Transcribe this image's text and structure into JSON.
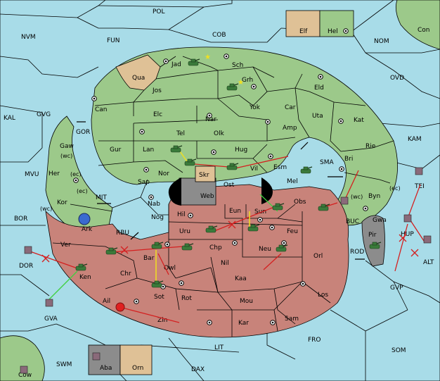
{
  "sea_labels": [
    {
      "id": "pol",
      "text": "POL"
    },
    {
      "id": "nvm",
      "text": "NVM"
    },
    {
      "id": "fun",
      "text": "FUN"
    },
    {
      "id": "cob",
      "text": "COB"
    },
    {
      "id": "nom",
      "text": "NOM"
    },
    {
      "id": "con",
      "text": "Con"
    },
    {
      "id": "ovd",
      "text": "OVD"
    },
    {
      "id": "kal",
      "text": "KAL"
    },
    {
      "id": "gvg",
      "text": "GVG"
    },
    {
      "id": "kam",
      "text": "KAM"
    },
    {
      "id": "gor",
      "text": "GOR"
    },
    {
      "id": "mvu",
      "text": "MVU"
    },
    {
      "id": "mit",
      "text": "MIT"
    },
    {
      "id": "bor",
      "text": "BOR"
    },
    {
      "id": "sma",
      "text": "SMA"
    },
    {
      "id": "rbu",
      "text": "RBU"
    },
    {
      "id": "buc",
      "text": "BUC"
    },
    {
      "id": "rod",
      "text": "ROD"
    },
    {
      "id": "tei",
      "text": "TEI"
    },
    {
      "id": "hup",
      "text": "HUP"
    },
    {
      "id": "alt",
      "text": "ALT"
    },
    {
      "id": "gvp",
      "text": "GVP"
    },
    {
      "id": "dor",
      "text": "DOR"
    },
    {
      "id": "gva",
      "text": "GVA"
    },
    {
      "id": "fro",
      "text": "FRO"
    },
    {
      "id": "som",
      "text": "SOM"
    },
    {
      "id": "lit",
      "text": "LIT"
    },
    {
      "id": "swm",
      "text": "SWM"
    },
    {
      "id": "dax",
      "text": "DAX"
    },
    {
      "id": "cow",
      "text": "Cow"
    }
  ],
  "land_labels": [
    {
      "id": "qua",
      "text": "Qua"
    },
    {
      "id": "jad",
      "text": "Jad"
    },
    {
      "id": "sch",
      "text": "Sch"
    },
    {
      "id": "grh",
      "text": "Grh"
    },
    {
      "id": "jos",
      "text": "Jos"
    },
    {
      "id": "can",
      "text": "Can"
    },
    {
      "id": "eld",
      "text": "Eld"
    },
    {
      "id": "yok",
      "text": "Yok"
    },
    {
      "id": "car",
      "text": "Car"
    },
    {
      "id": "elc",
      "text": "Elc"
    },
    {
      "id": "nar",
      "text": "Nar"
    },
    {
      "id": "uta",
      "text": "Uta"
    },
    {
      "id": "kat",
      "text": "Kat"
    },
    {
      "id": "tel",
      "text": "Tel"
    },
    {
      "id": "olk",
      "text": "Olk"
    },
    {
      "id": "amp",
      "text": "Amp"
    },
    {
      "id": "gaw",
      "text": "Gaw"
    },
    {
      "id": "gur",
      "text": "Gur"
    },
    {
      "id": "lan",
      "text": "Lan"
    },
    {
      "id": "hug",
      "text": "Hug"
    },
    {
      "id": "rie",
      "text": "Rie"
    },
    {
      "id": "her",
      "text": "Her"
    },
    {
      "id": "nor",
      "text": "Nor"
    },
    {
      "id": "vil",
      "text": "Vil"
    },
    {
      "id": "esm",
      "text": "Esm"
    },
    {
      "id": "bri",
      "text": "Bri"
    },
    {
      "id": "skr",
      "text": "Skr"
    },
    {
      "id": "sap",
      "text": "Sap"
    },
    {
      "id": "ost",
      "text": "Ost"
    },
    {
      "id": "mel",
      "text": "Mel"
    },
    {
      "id": "web",
      "text": "Web"
    },
    {
      "id": "kor",
      "text": "Kor"
    },
    {
      "id": "obs",
      "text": "Obs"
    },
    {
      "id": "byn",
      "text": "Byn"
    },
    {
      "id": "nab",
      "text": "Nab"
    },
    {
      "id": "hil",
      "text": "Hil"
    },
    {
      "id": "eun",
      "text": "Eun"
    },
    {
      "id": "sun",
      "text": "Sun"
    },
    {
      "id": "gwa",
      "text": "Gwa"
    },
    {
      "id": "ark",
      "text": "Ark"
    },
    {
      "id": "nog",
      "text": "Nog"
    },
    {
      "id": "uru",
      "text": "Uru"
    },
    {
      "id": "feu",
      "text": "Feu"
    },
    {
      "id": "pir",
      "text": "Pir"
    },
    {
      "id": "ver",
      "text": "Ver"
    },
    {
      "id": "chp",
      "text": "Chp"
    },
    {
      "id": "neu",
      "text": "Neu"
    },
    {
      "id": "orl",
      "text": "Orl"
    },
    {
      "id": "bar",
      "text": "Bar"
    },
    {
      "id": "owl",
      "text": "Owl"
    },
    {
      "id": "nil",
      "text": "Nil"
    },
    {
      "id": "chr",
      "text": "Chr"
    },
    {
      "id": "ken",
      "text": "Ken"
    },
    {
      "id": "kaa",
      "text": "Kaa"
    },
    {
      "id": "sot",
      "text": "Sot"
    },
    {
      "id": "rot",
      "text": "Rot"
    },
    {
      "id": "los",
      "text": "Los"
    },
    {
      "id": "ail",
      "text": "Ail"
    },
    {
      "id": "mou",
      "text": "Mou"
    },
    {
      "id": "zin",
      "text": "Zin"
    },
    {
      "id": "kar",
      "text": "Kar"
    },
    {
      "id": "sam",
      "text": "Sam"
    },
    {
      "id": "elf",
      "text": "Elf"
    },
    {
      "id": "hel",
      "text": "Hel"
    },
    {
      "id": "aba",
      "text": "Aba"
    },
    {
      "id": "orn",
      "text": "Orn"
    }
  ],
  "coast_labels": [
    {
      "id": "wc_gaw",
      "text": "(wc)"
    },
    {
      "id": "ec_her",
      "text": "(ec)"
    },
    {
      "id": "ec_kor",
      "text": "(ec)"
    },
    {
      "id": "wc_kor",
      "text": "(wc)"
    },
    {
      "id": "wc_byn",
      "text": "(wc)"
    },
    {
      "id": "ec_byn",
      "text": "(ec)"
    }
  ],
  "colors": {
    "sea": "#a8dce8",
    "green_power": "#9cc98a",
    "red_power": "#c8837a",
    "tan_power": "#dfc196",
    "gray_power": "#8c8c8c",
    "move_red": "#d42020",
    "move_yellow": "#f0e020",
    "move_green": "#40d040"
  }
}
